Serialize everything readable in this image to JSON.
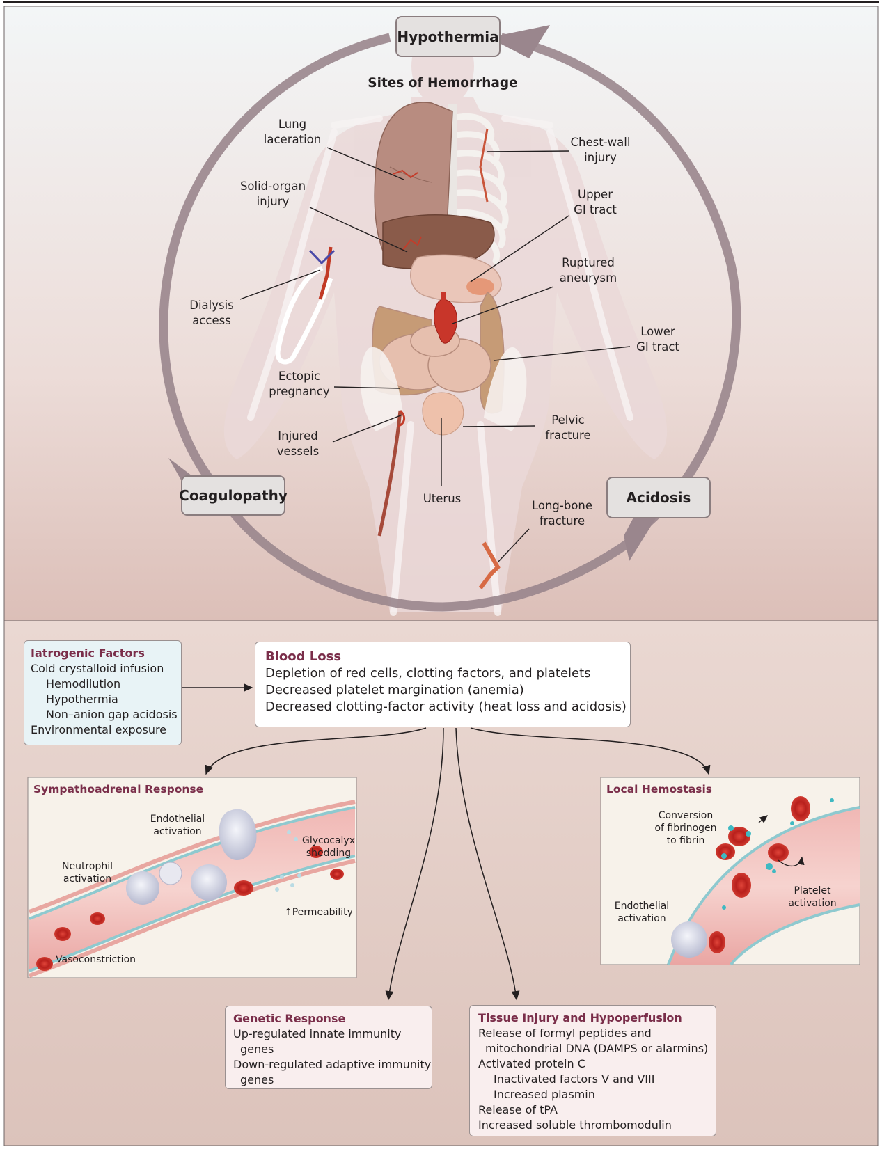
{
  "top": {
    "title": "Sites of Hemorrhage",
    "cycle": {
      "hypothermia": "Hypothermia",
      "coagulopathy": "Coagulopathy",
      "acidosis": "Acidosis"
    },
    "labels": {
      "lung": "Lung\nlaceration",
      "chest": "Chest-wall\ninjury",
      "solid": "Solid-organ\ninjury",
      "upper_gi": "Upper\nGI tract",
      "aneurysm": "Ruptured\naneurysm",
      "dialysis": "Dialysis\naccess",
      "lower_gi": "Lower\nGI tract",
      "ectopic": "Ectopic\npregnancy",
      "pelvic": "Pelvic\nfracture",
      "vessels": "Injured\nvessels",
      "uterus": "Uterus",
      "longbone": "Long-bone\nfracture"
    }
  },
  "iatrogenic": {
    "title": "Iatrogenic Factors",
    "lines": [
      "Cold crystalloid infusion",
      "Hemodilution",
      "Hypothermia",
      "Non–anion gap acidosis",
      "Environmental exposure"
    ]
  },
  "blood_loss": {
    "title": "Blood Loss",
    "lines": [
      "Depletion of red cells, clotting factors, and platelets",
      "Decreased platelet margination (anemia)",
      "Decreased clotting-factor activity (heat loss and acidosis)"
    ]
  },
  "sympatho": {
    "title": "Sympathoadrenal Response",
    "endo": "Endothelial\nactivation",
    "neutro": "Neutrophil\nactivation",
    "glyco": "Glycocalyx\nshedding",
    "perm": "Permeability",
    "vaso": "Vasoconstriction"
  },
  "local": {
    "title": "Local Hemostasis",
    "conv": "Conversion\nof fibrinogen\nto fibrin",
    "endo": "Endothelial\nactivation",
    "platelet": "Platelet\nactivation"
  },
  "genetic": {
    "title": "Genetic Response",
    "lines": [
      "Up-regulated innate immunity",
      "genes",
      "Down-regulated adaptive immunity",
      "genes"
    ]
  },
  "tissue": {
    "title": "Tissue Injury and Hypoperfusion",
    "lines": [
      "Release of formyl peptides and",
      "mitochondrial DNA (DAMPS or alarmins)",
      "Activated protein C",
      "Inactivated factors V and VIII",
      "Increased plasmin",
      "Release of tPA",
      "Increased soluble thrombomodulin"
    ]
  }
}
